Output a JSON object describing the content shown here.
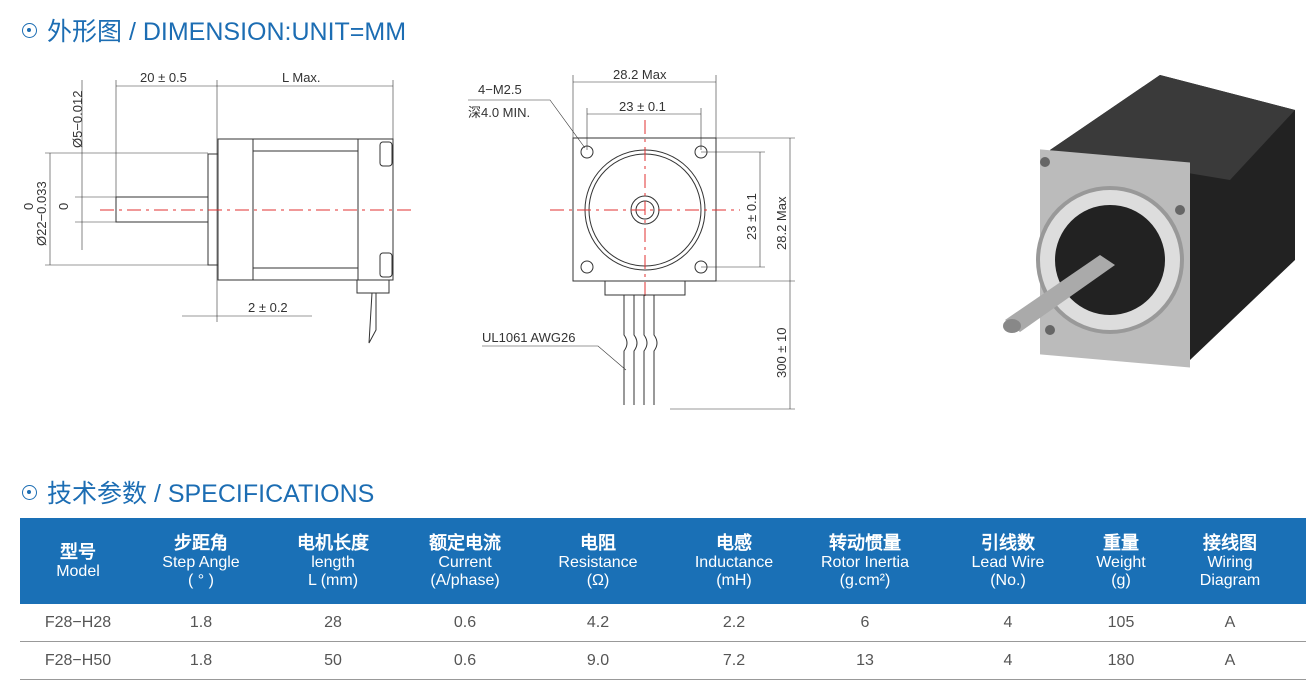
{
  "dimension_title": "外形图 / DIMENSION:UNIT=MM",
  "spec_title": "技术参数 / SPECIFICATIONS",
  "side_view": {
    "shaft_len": "20 ± 0.5",
    "body_len": "L Max.",
    "shaft_dia_top": "0",
    "shaft_dia": "Ø5−0.012",
    "boss_dia_top": "0",
    "boss_dia": "Ø22−0.033",
    "boss_len": "2 ± 0.2"
  },
  "front_view": {
    "overall_width": "28.2 Max",
    "hole_spacing": "23 ± 0.1",
    "screw": "4−M2.5",
    "depth": "深4.0 MIN.",
    "hole_spacing_v": "23 ± 0.1",
    "overall_height": "28.2 Max",
    "lead_len": "300 ± 10",
    "wire": "UL1061 AWG26"
  },
  "table": {
    "headers": [
      {
        "cn": "型号",
        "en": "Model",
        "unit": ""
      },
      {
        "cn": "步距角",
        "en": "Step Angle",
        "unit": "( ° )"
      },
      {
        "cn": "电机长度",
        "en": "length",
        "unit": "L (mm)"
      },
      {
        "cn": "额定电流",
        "en": "Current",
        "unit": "(A/phase)"
      },
      {
        "cn": "电阻",
        "en": "Resistance",
        "unit": "(Ω)"
      },
      {
        "cn": "电感",
        "en": "Inductance",
        "unit": "(mH)"
      },
      {
        "cn": "转动惯量",
        "en": "Rotor Inertia",
        "unit": "(g.cm²)"
      },
      {
        "cn": "引线数",
        "en": "Lead Wire",
        "unit": "(No.)"
      },
      {
        "cn": "重量",
        "en": "Weight",
        "unit": "(g)"
      },
      {
        "cn": "接线图",
        "en": "Wiring",
        "unit": "Diagram"
      }
    ],
    "rows": [
      [
        "F28−H28",
        "1.8",
        "28",
        "0.6",
        "4.2",
        "2.2",
        "6",
        "4",
        "105",
        "A"
      ],
      [
        "F28−H50",
        "1.8",
        "50",
        "0.6",
        "9.0",
        "7.2",
        "13",
        "4",
        "180",
        "A"
      ]
    ]
  },
  "colors": {
    "accent": "#1a70b6",
    "centerline": "#e03030"
  }
}
